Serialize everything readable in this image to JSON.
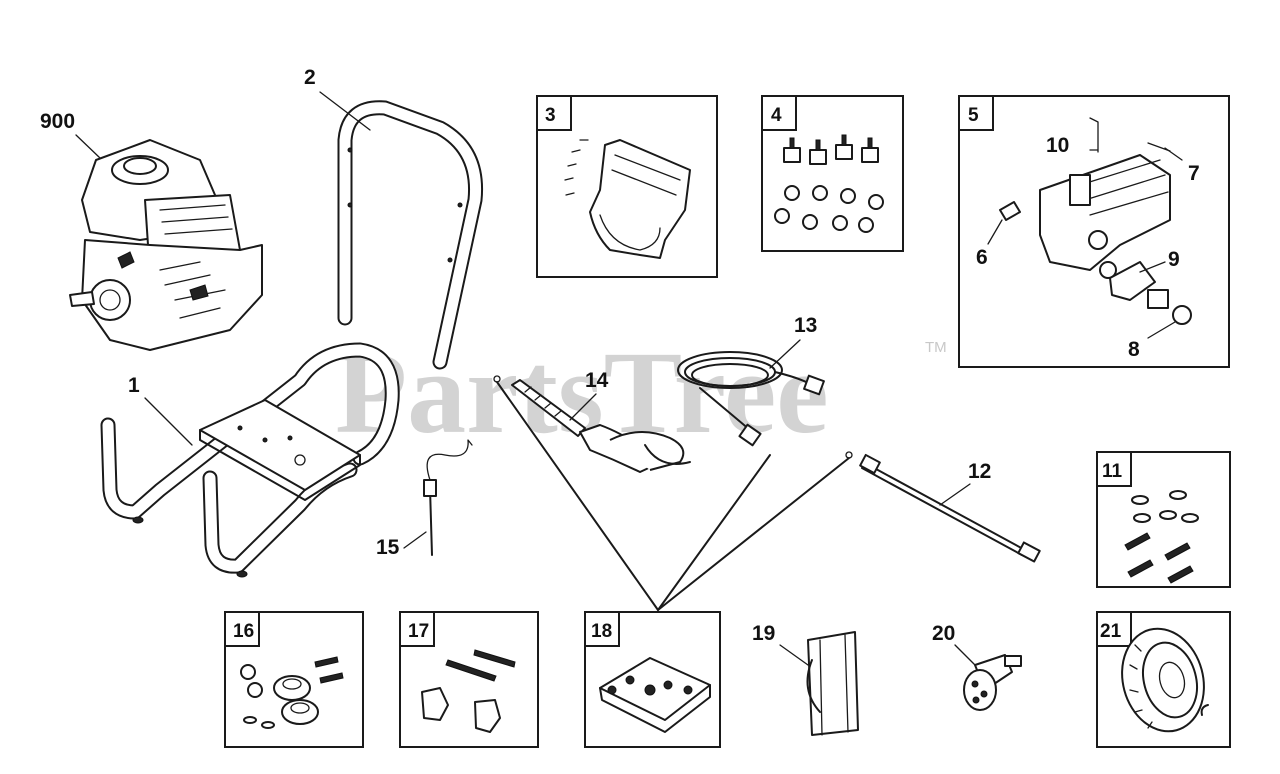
{
  "watermark": {
    "text": "PartsTree",
    "trademark": "TM"
  },
  "callouts": [
    {
      "id": "900",
      "text": "900"
    },
    {
      "id": "1",
      "text": "1"
    },
    {
      "id": "2",
      "text": "2"
    },
    {
      "id": "6",
      "text": "6"
    },
    {
      "id": "7",
      "text": "7"
    },
    {
      "id": "8",
      "text": "8"
    },
    {
      "id": "9",
      "text": "9"
    },
    {
      "id": "10",
      "text": "10"
    },
    {
      "id": "12",
      "text": "12"
    },
    {
      "id": "13",
      "text": "13"
    },
    {
      "id": "14",
      "text": "14"
    },
    {
      "id": "15",
      "text": "15"
    },
    {
      "id": "19",
      "text": "19"
    },
    {
      "id": "20",
      "text": "20"
    }
  ],
  "boxes": [
    {
      "id": "3",
      "text": "3"
    },
    {
      "id": "4",
      "text": "4"
    },
    {
      "id": "5",
      "text": "5"
    },
    {
      "id": "11",
      "text": "11"
    },
    {
      "id": "16",
      "text": "16"
    },
    {
      "id": "17",
      "text": "17"
    },
    {
      "id": "18",
      "text": "18"
    },
    {
      "id": "21",
      "text": "21"
    }
  ]
}
